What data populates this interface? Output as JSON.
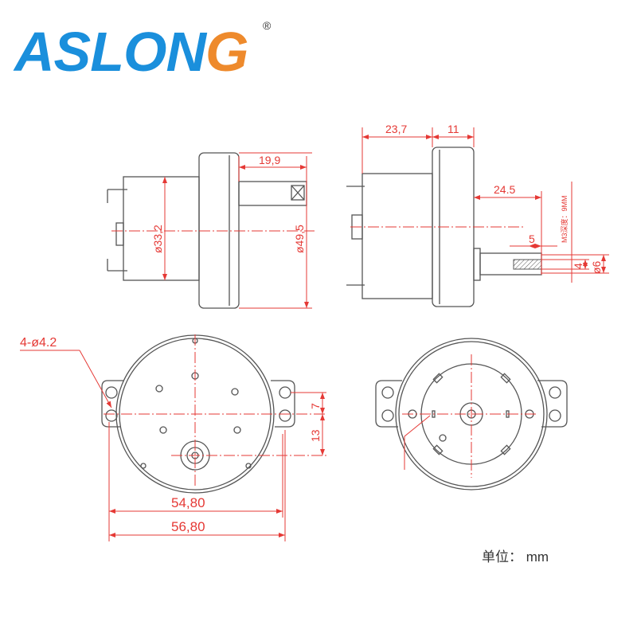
{
  "logo": {
    "text_main": "ASLON",
    "text_accent": "G",
    "registered": "®",
    "brand_blue": "#1a8fdc",
    "brand_orange": "#ee8a2c"
  },
  "side_view_left": {
    "shaft_length": "19,9",
    "motor_diameter": "ø33,2",
    "gearbox_diameter": "ø49,5"
  },
  "side_view_right": {
    "motor_length": "23,7",
    "gearbox_thickness": "11",
    "shaft_length": "24.5",
    "thread_note": "M3深度：9MM",
    "flat_length": "5",
    "flat_width": "4",
    "shaft_diameter": "ø6"
  },
  "front_view": {
    "hole_callout": "4-ø4.2",
    "hole_offset_1": "7",
    "hole_offset_2": "13",
    "body_width": "54,80",
    "total_width": "56,80"
  },
  "units_label": "单位： mm",
  "colors": {
    "line": "#555555",
    "dimension": "#e53935"
  }
}
